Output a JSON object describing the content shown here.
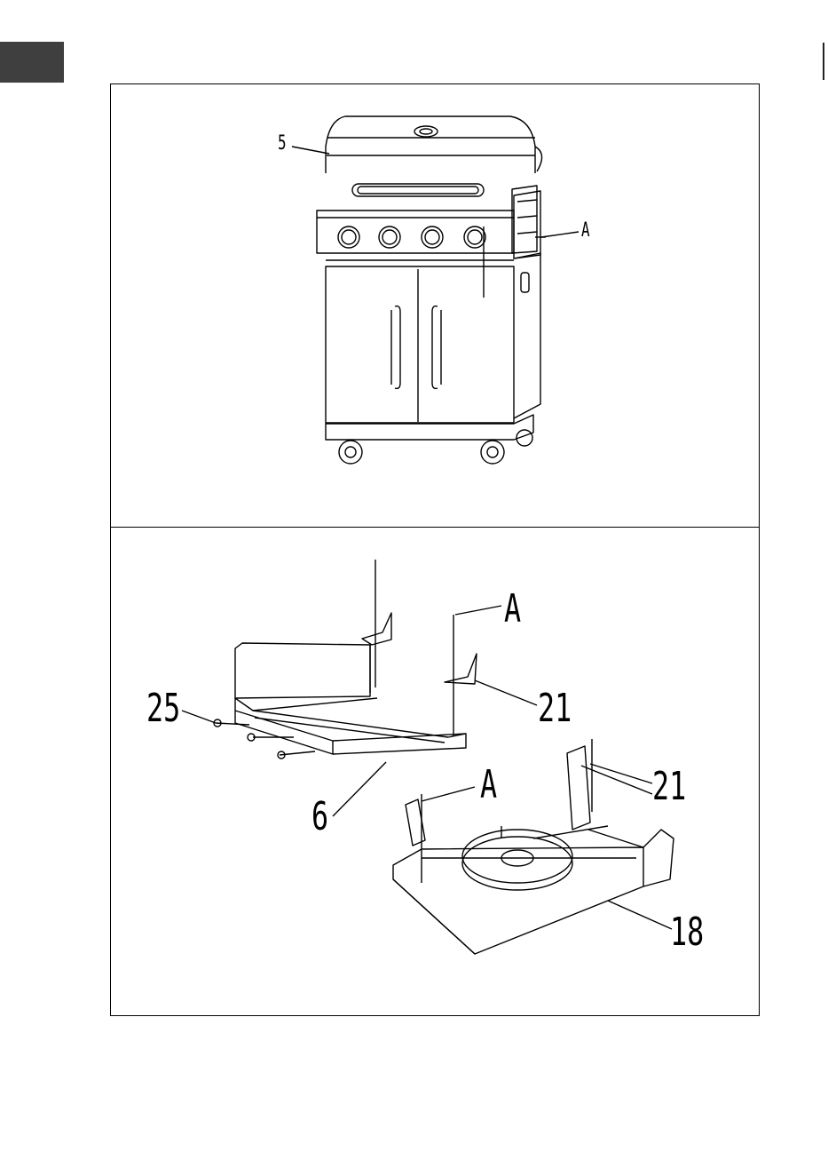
{
  "diagram": {
    "top_panel": {
      "callouts": {
        "lid_part": "5",
        "screw_ref": "A"
      }
    },
    "bottom_panel": {
      "callouts": {
        "knob_screws": "25",
        "side_shelf": "6",
        "screw_ref_upper": "A",
        "bracket_upper": "21",
        "screw_ref_lower": "A",
        "bracket_lower": "21",
        "burner_shelf": "18"
      }
    }
  }
}
